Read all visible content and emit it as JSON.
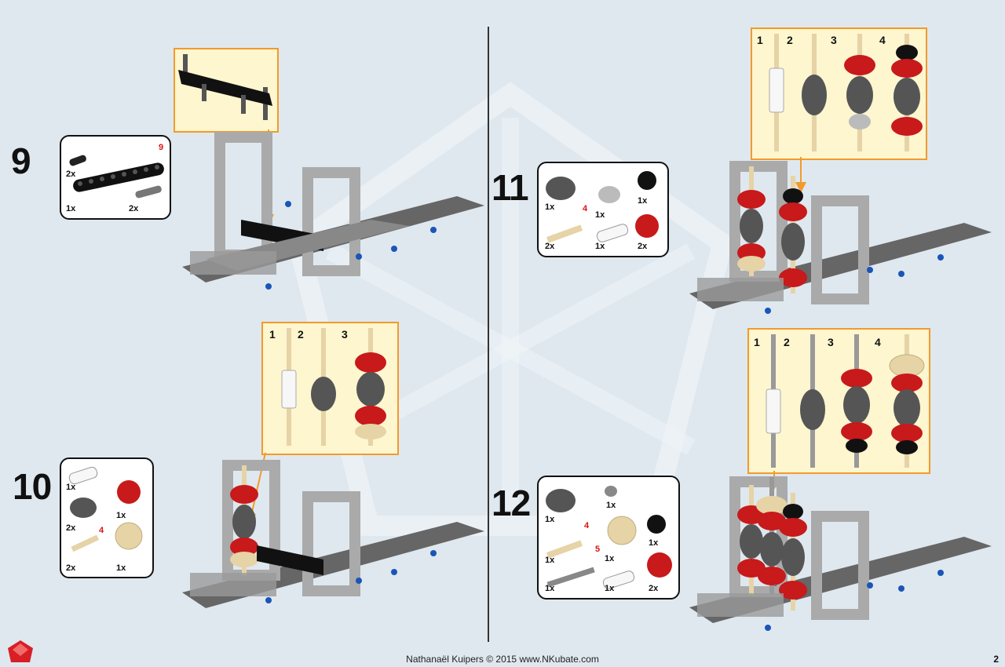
{
  "page": {
    "footer": "Nathanaël Kuipers © 2015 www.NKubate.com",
    "page_number": "2"
  },
  "colors": {
    "accent_orange": "#f39a2b",
    "callout_bg": "#fdf6cf",
    "part_red": "#c8191b",
    "part_tan": "#e6d3a6"
  },
  "steps": [
    {
      "number": "9",
      "parts": [
        {
          "qty": "2x"
        },
        {
          "qty": "1x"
        },
        {
          "qty": "2x"
        }
      ],
      "length_labels": [
        "9"
      ]
    },
    {
      "number": "10",
      "parts": [
        {
          "qty": "1x"
        },
        {
          "qty": "2x"
        },
        {
          "qty": "1x"
        },
        {
          "qty": "2x"
        },
        {
          "qty": "1x"
        }
      ],
      "length_labels": [
        "4"
      ],
      "sub_steps": [
        "1",
        "2",
        "3"
      ]
    },
    {
      "number": "11",
      "parts": [
        {
          "qty": "1x"
        },
        {
          "qty": "1x"
        },
        {
          "qty": "1x"
        },
        {
          "qty": "2x"
        },
        {
          "qty": "1x"
        },
        {
          "qty": "2x"
        }
      ],
      "length_labels": [
        "4"
      ],
      "sub_steps": [
        "1",
        "2",
        "3",
        "4"
      ]
    },
    {
      "number": "12",
      "parts": [
        {
          "qty": "1x"
        },
        {
          "qty": "1x"
        },
        {
          "qty": "1x"
        },
        {
          "qty": "1x"
        },
        {
          "qty": "1x"
        },
        {
          "qty": "1x"
        },
        {
          "qty": "1x"
        },
        {
          "qty": "2x"
        }
      ],
      "length_labels": [
        "4",
        "5"
      ],
      "sub_steps": [
        "1",
        "2",
        "3",
        "4"
      ]
    }
  ]
}
